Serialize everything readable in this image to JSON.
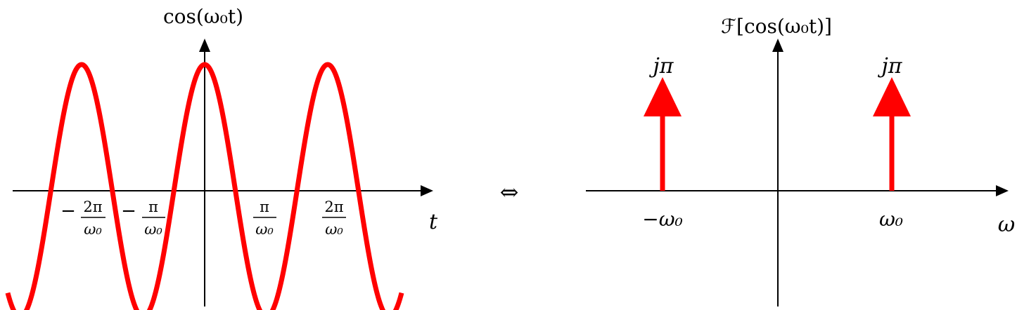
{
  "colors": {
    "curve": "#ff0000",
    "axes": "#000000",
    "background": "#ffffff"
  },
  "time_domain": {
    "y_label": "cos(ω₀t)",
    "x_label": "t",
    "ticks": [
      {
        "sign": "−",
        "numerator": "2π",
        "denominator": "ω₀",
        "value_over_period": -1.0
      },
      {
        "sign": "−",
        "numerator": "π",
        "denominator": "ω₀",
        "value_over_period": -0.5
      },
      {
        "sign": "",
        "numerator": "π",
        "denominator": "ω₀",
        "value_over_period": 0.5
      },
      {
        "sign": "",
        "numerator": "2π",
        "denominator": "ω₀",
        "value_over_period": 1.0
      }
    ]
  },
  "equivalence_symbol": "⇔",
  "frequency_domain": {
    "y_label": "ℱ[cos(ω₀t)]",
    "x_label": "ω",
    "impulses": [
      {
        "position": "−ω₀",
        "magnitude": "jπ"
      },
      {
        "position": "ω₀",
        "magnitude": "jπ"
      }
    ]
  },
  "chart_data": [
    {
      "type": "line",
      "title": "",
      "function": "cos(ω₀t)",
      "xlabel": "t",
      "ylabel": "cos(ω₀t)",
      "x_ticks": [
        "−2π/ω₀",
        "−π/ω₀",
        "π/ω₀",
        "2π/ω₀"
      ],
      "ylim": [
        -1,
        1
      ],
      "x_range_periods": [
        -1.6,
        1.6
      ]
    },
    {
      "type": "impulse",
      "title": "",
      "xlabel": "ω",
      "ylabel": "ℱ[cos(ω₀t)]",
      "x": [
        "−ω₀",
        "ω₀"
      ],
      "labels": [
        "jπ",
        "jπ"
      ]
    }
  ]
}
